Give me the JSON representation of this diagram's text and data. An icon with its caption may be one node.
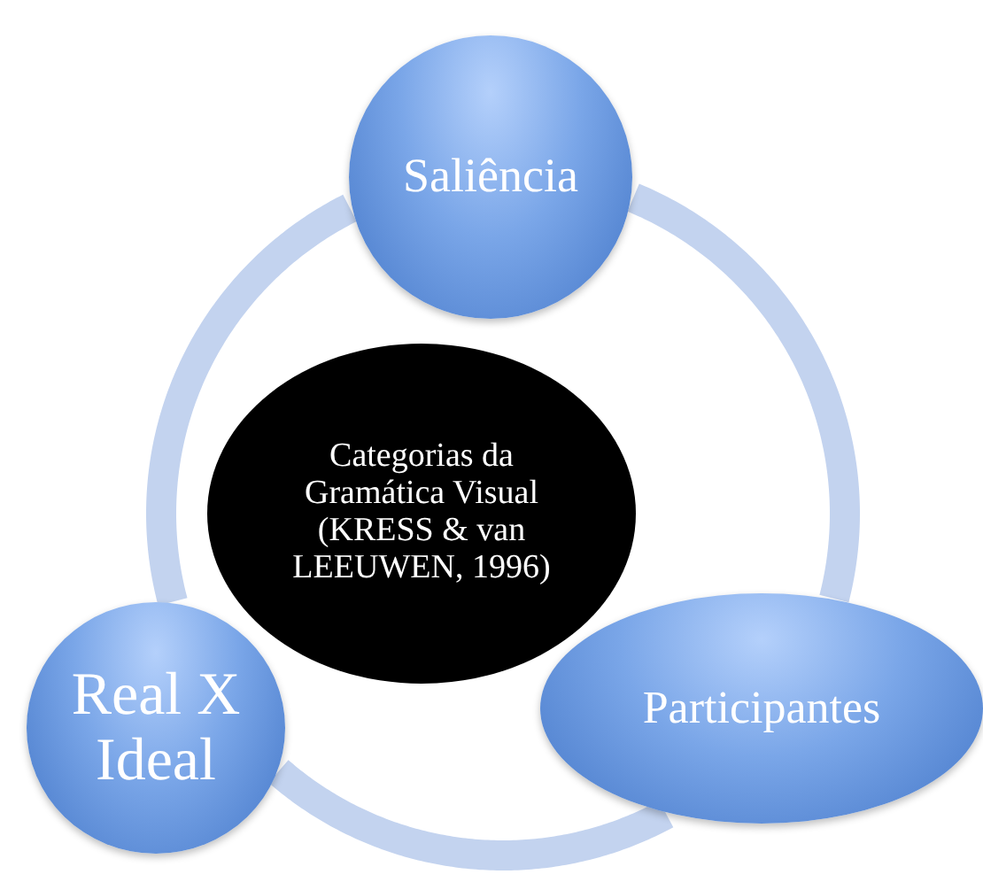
{
  "diagram": {
    "nodes": [
      {
        "text": [
          "Saliência"
        ]
      },
      {
        "text": [
          "Categorias da Gramática Visual (KRESS & van LEEUWEN, 1996)"
        ]
      },
      {
        "text": [
          "Real X Ideal"
        ]
      },
      {
        "text": [
          "Participantes"
        ]
      }
    ],
    "edges": [
      {
        "from": 0,
        "to": 3,
        "arrow": "none"
      },
      {
        "from": 3,
        "to": 2,
        "arrow": "none"
      },
      {
        "from": 2,
        "to": 0,
        "arrow": "none"
      }
    ]
  }
}
